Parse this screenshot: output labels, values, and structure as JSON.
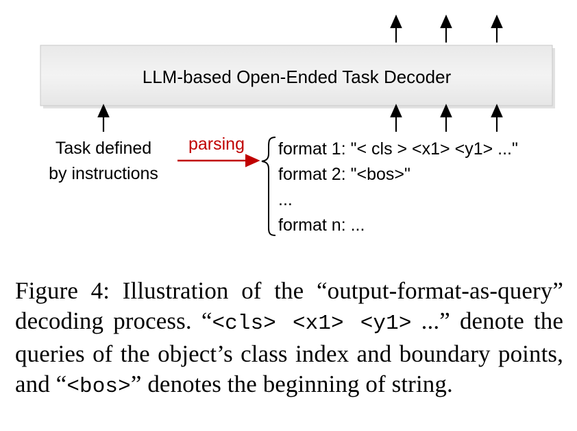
{
  "decoder": {
    "label": "LLM-based Open-Ended Task Decoder"
  },
  "task": {
    "line1": "Task defined",
    "line2": "by instructions"
  },
  "arrow": {
    "label": "parsing",
    "color": "#c00000"
  },
  "formats": [
    "format 1: \"< cls > <x1> <y1> ...\"",
    "format 2: \"<bos>\"",
    "...",
    "format n: ..."
  ],
  "caption": {
    "figure_label": "Figure 4:",
    "text_1": "Illustration of the “output-format-as-query” decoding process. “",
    "code_1": "<cls> <x1> <y1>",
    "text_2": " ...” denote the queries of the object’s class index and boundary points, and “",
    "code_2": "<bos>",
    "text_3": "” denotes the beginning of string."
  }
}
